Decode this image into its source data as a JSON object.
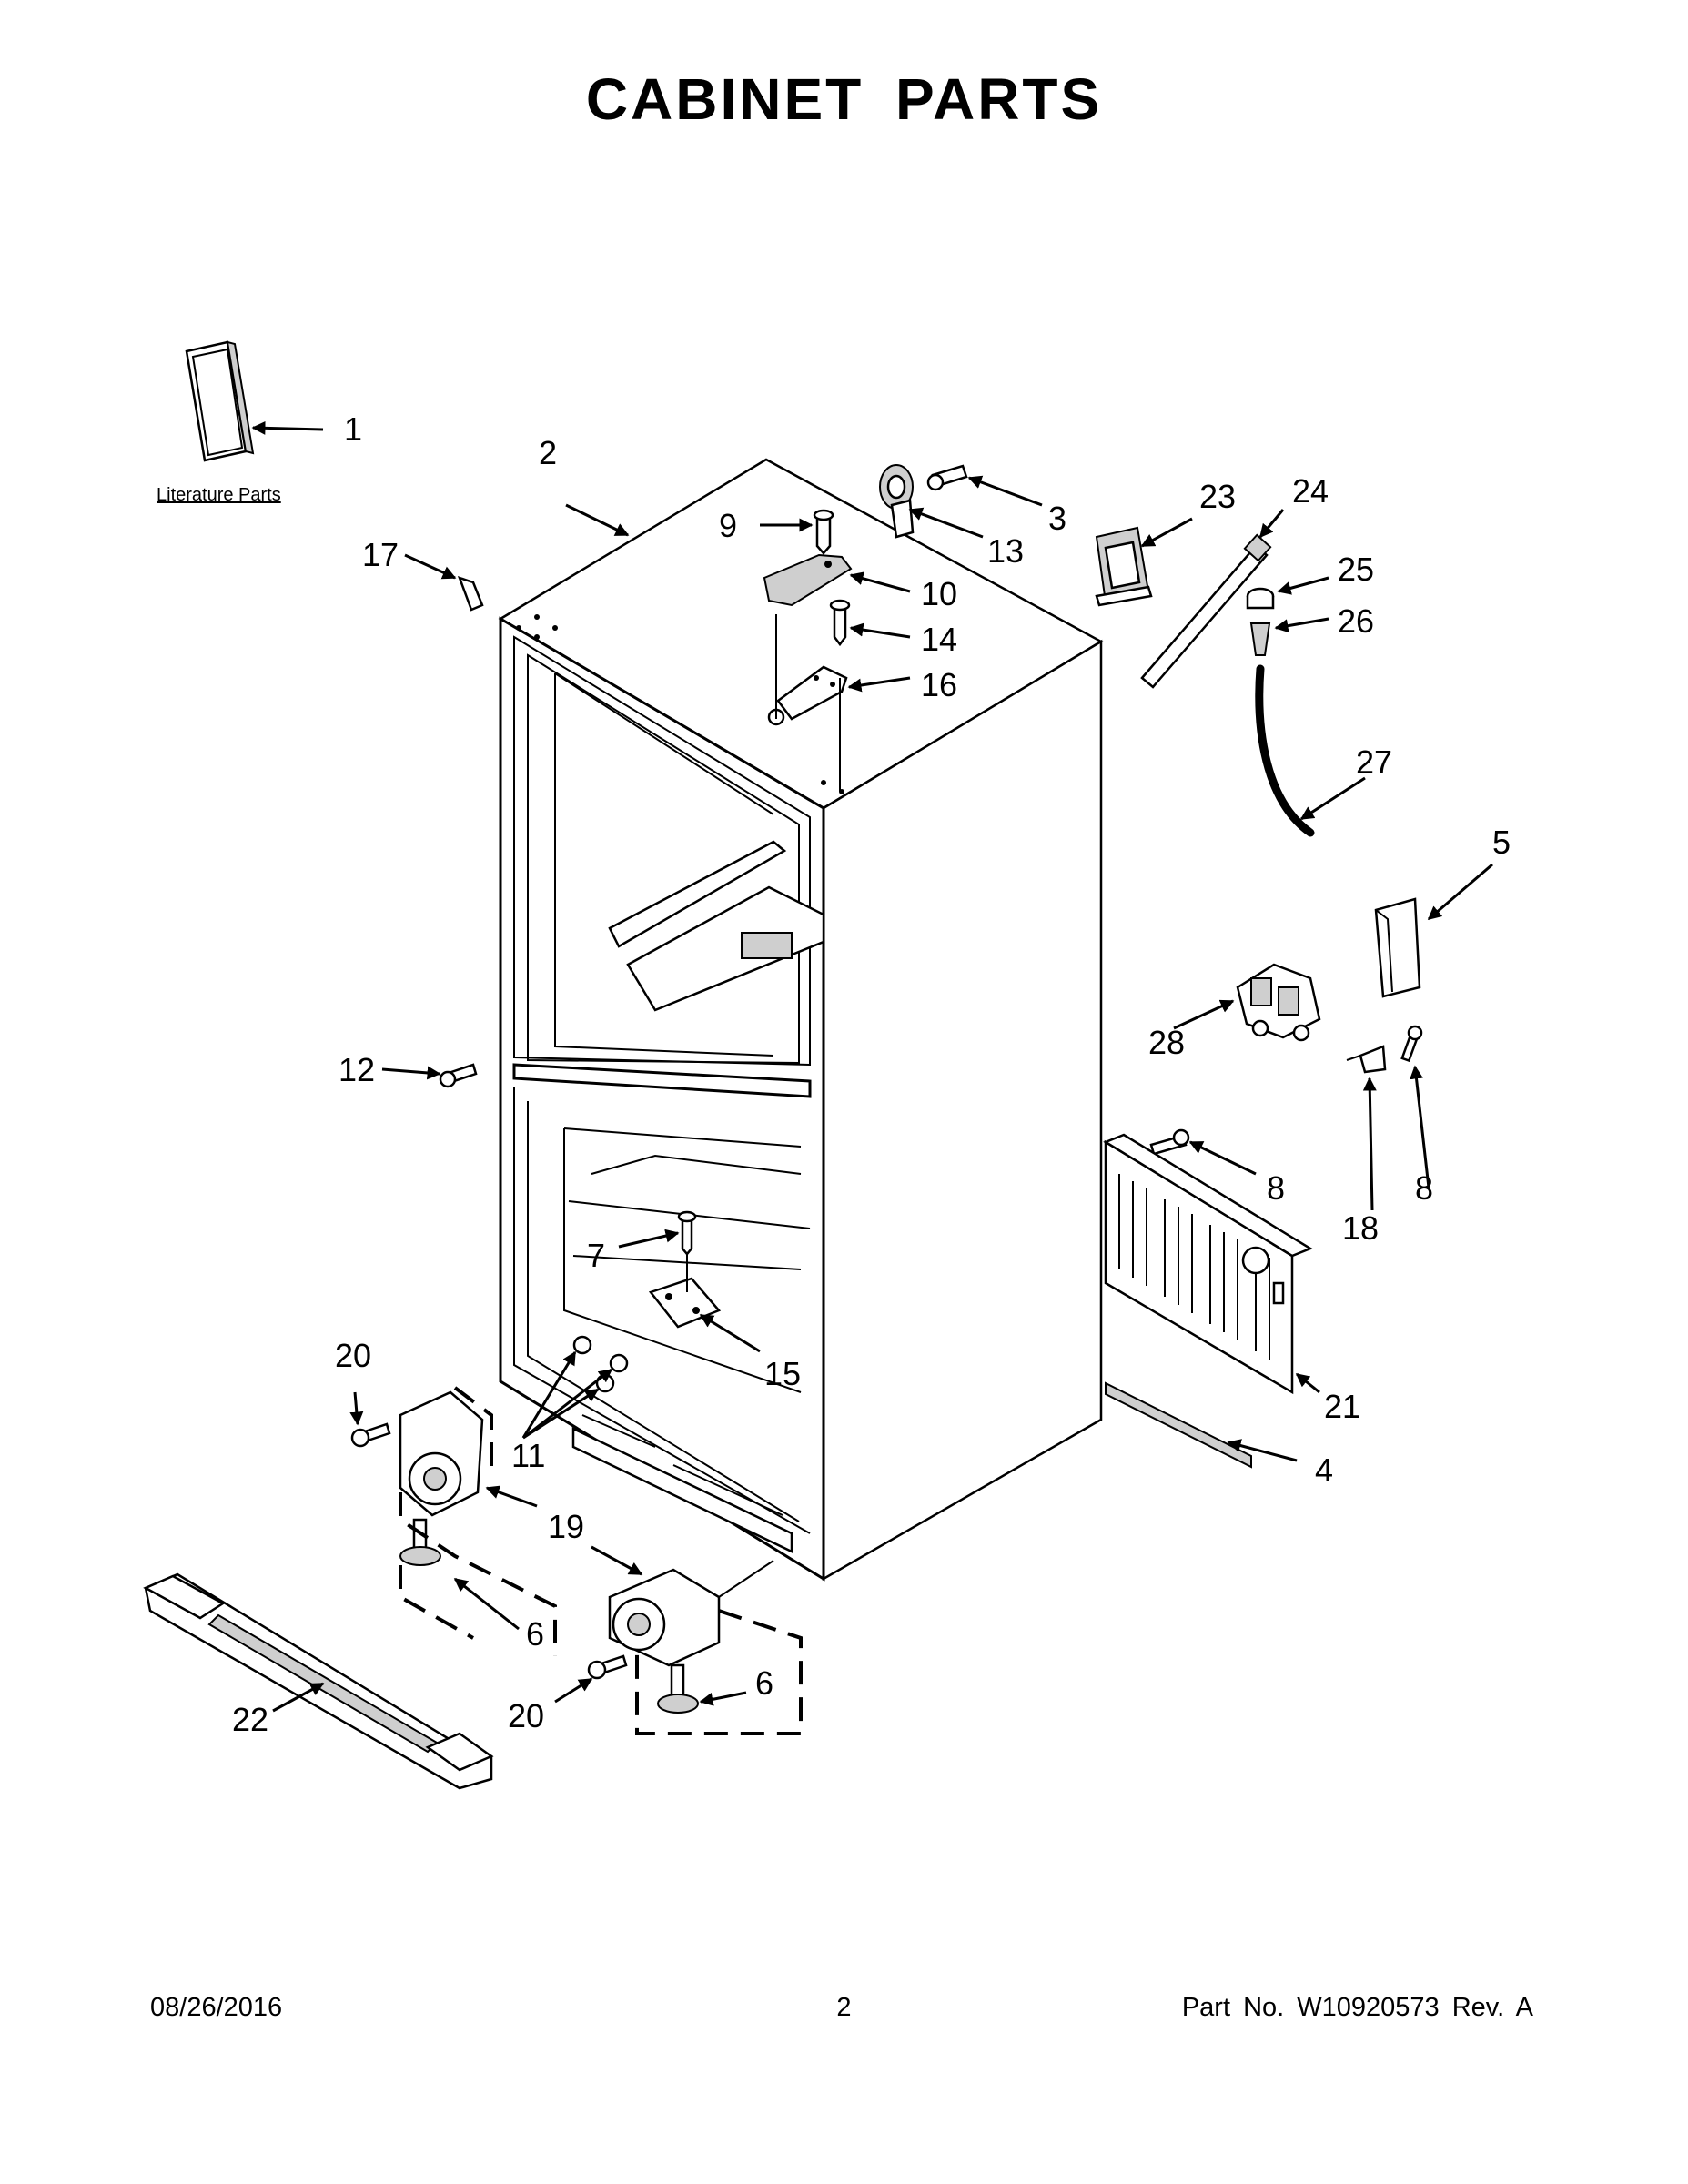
{
  "title": "CABINET PARTS",
  "literature_label": "Literature Parts",
  "footer": {
    "date": "08/26/2016",
    "page": "2",
    "part_no": "Part No.  W10920573  Rev.  A"
  },
  "callouts": {
    "c1": "1",
    "c2": "2",
    "c3": "3",
    "c4": "4",
    "c5": "5",
    "c6a": "6",
    "c6b": "6",
    "c7": "7",
    "c8a": "8",
    "c8b": "8",
    "c9": "9",
    "c10": "10",
    "c11": "11",
    "c12": "12",
    "c13": "13",
    "c14": "14",
    "c15": "15",
    "c16": "16",
    "c17": "17",
    "c18": "18",
    "c19": "19",
    "c20a": "20",
    "c20b": "20",
    "c21": "21",
    "c22": "22",
    "c23": "23",
    "c24": "24",
    "c25": "25",
    "c26": "26",
    "c27": "27",
    "c28": "28"
  }
}
